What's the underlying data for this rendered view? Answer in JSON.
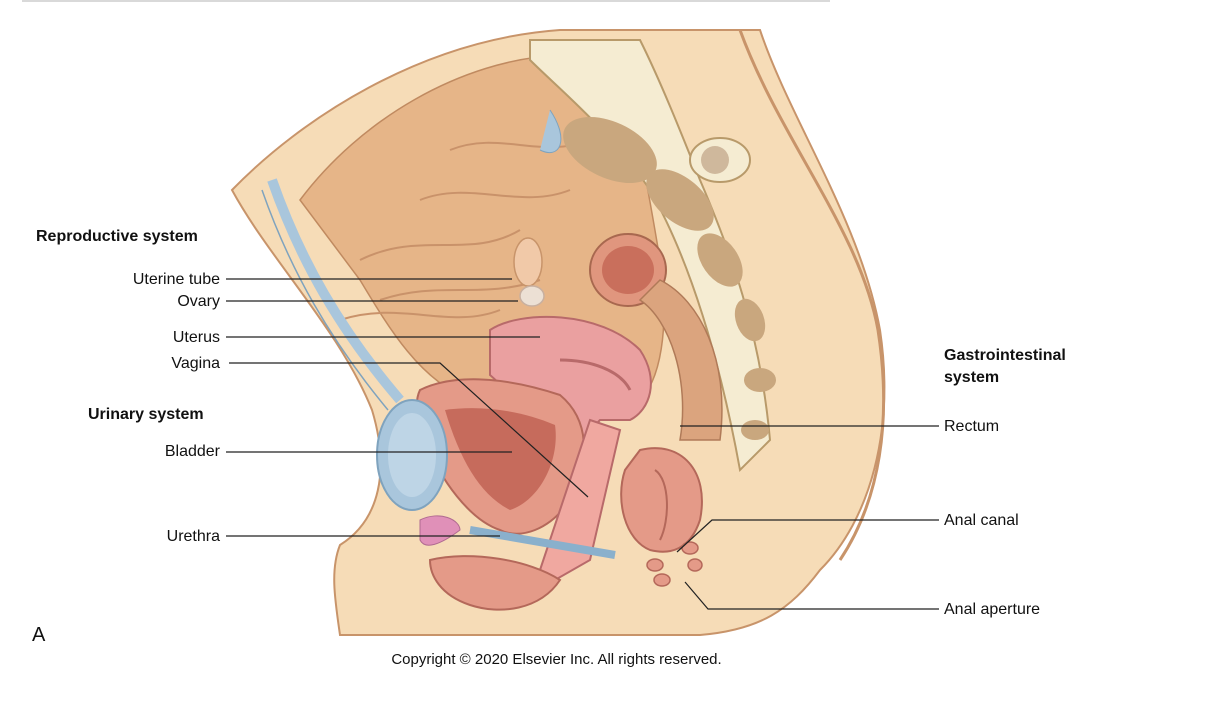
{
  "groups": {
    "reproductive": {
      "heading": "Reproductive system",
      "items": [
        "Uterine tube",
        "Ovary",
        "Uterus",
        "Vagina"
      ]
    },
    "urinary": {
      "heading": "Urinary system",
      "items": [
        "Bladder",
        "Urethra"
      ]
    },
    "gastrointestinal": {
      "heading_line1": "Gastrointestinal",
      "heading_line2": "system",
      "items": [
        "Rectum",
        "Anal canal",
        "Anal aperture"
      ]
    }
  },
  "panel_letter": "A",
  "copyright": "Copyright © 2020 Elsevier Inc. All rights reserved.",
  "colors": {
    "skin": "#f6dcb7",
    "skin_outline": "#c8946a",
    "muscle_tan": "#d9a57a",
    "uterus_pink": "#eaa0a0",
    "bladder_blue": "#a9c6dc",
    "bone": "#f5ecd2",
    "bone_marrow": "#8a5a3a",
    "leader_line": "#222222"
  }
}
